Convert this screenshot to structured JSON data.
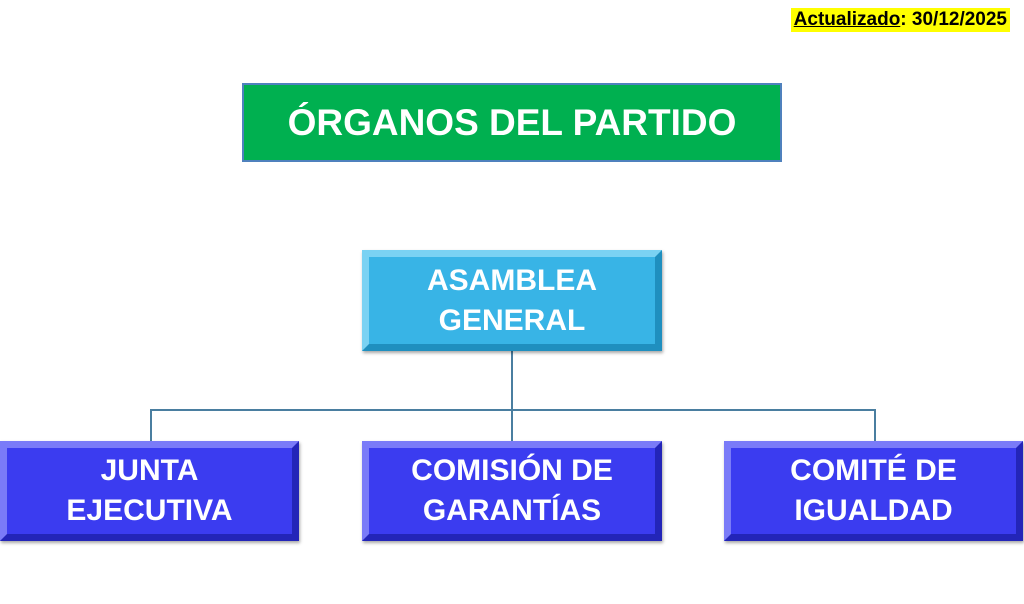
{
  "updated": {
    "label": "Actualizado",
    "separator": ":",
    "date": "30/12/2025"
  },
  "title": "ÓRGANOS DEL PARTIDO",
  "root": {
    "line1": "ASAMBLEA",
    "line2": "GENERAL"
  },
  "children": [
    {
      "line1": "JUNTA",
      "line2": "EJECUTIVA"
    },
    {
      "line1": "COMISIÓN DE",
      "line2": "GARANTÍAS"
    },
    {
      "line1": "COMITÉ DE",
      "line2": "IGUALDAD"
    }
  ],
  "colors": {
    "title": "#00b050",
    "root": "#38b4e6",
    "child": "#3b3cf0",
    "connector": "#4a7ea0",
    "highlight": "#ffff00"
  }
}
